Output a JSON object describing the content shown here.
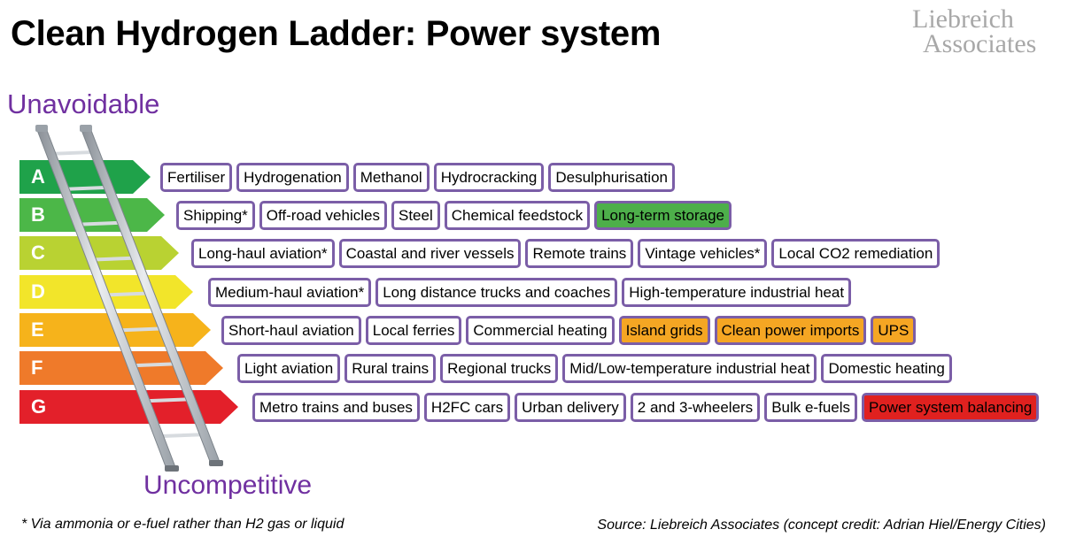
{
  "title": "Clean Hydrogen Ladder: Power system",
  "logo": {
    "line1": "Liebreich",
    "line2": "Associates"
  },
  "top_label": "Unavoidable",
  "bottom_label": "Uncompetitive",
  "footnote": "* Via ammonia or e-fuel rather than H2 gas or liquid",
  "source": "Source: Liebreich Associates (concept credit: Adrian Hiel/Energy Cities)",
  "colors": {
    "accent_purple": "#7030a0",
    "chip_border": "#7b5ea7",
    "highlight_green": "#4daf4a",
    "highlight_orange": "#f5a623",
    "highlight_red": "#e0211f"
  },
  "rungs": [
    {
      "letter": "A",
      "color": "#1fa24a",
      "items": [
        {
          "label": "Fertiliser"
        },
        {
          "label": "Hydrogenation"
        },
        {
          "label": "Methanol"
        },
        {
          "label": "Hydrocracking"
        },
        {
          "label": "Desulphurisation"
        }
      ]
    },
    {
      "letter": "B",
      "color": "#4cb748",
      "items": [
        {
          "label": "Shipping*"
        },
        {
          "label": "Off-road vehicles"
        },
        {
          "label": "Steel"
        },
        {
          "label": "Chemical feedstock"
        },
        {
          "label": "Long-term storage",
          "highlight": "green"
        }
      ]
    },
    {
      "letter": "C",
      "color": "#b9d232",
      "items": [
        {
          "label": "Long-haul aviation*"
        },
        {
          "label": "Coastal and river vessels"
        },
        {
          "label": "Remote trains"
        },
        {
          "label": "Vintage vehicles*"
        },
        {
          "label": "Local CO2 remediation"
        }
      ]
    },
    {
      "letter": "D",
      "color": "#f2e52a",
      "items": [
        {
          "label": "Medium-haul aviation*"
        },
        {
          "label": "Long distance trucks and coaches"
        },
        {
          "label": "High-temperature industrial heat"
        }
      ]
    },
    {
      "letter": "E",
      "color": "#f6b31b",
      "items": [
        {
          "label": "Short-haul aviation"
        },
        {
          "label": "Local ferries"
        },
        {
          "label": "Commercial heating"
        },
        {
          "label": "Island grids",
          "highlight": "orange"
        },
        {
          "label": "Clean power imports",
          "highlight": "orange"
        },
        {
          "label": "UPS",
          "highlight": "orange"
        }
      ]
    },
    {
      "letter": "F",
      "color": "#ef7a2a",
      "items": [
        {
          "label": "Light aviation"
        },
        {
          "label": "Rural trains"
        },
        {
          "label": "Regional trucks"
        },
        {
          "label": "Mid/Low-temperature industrial heat"
        },
        {
          "label": "Domestic heating"
        }
      ]
    },
    {
      "letter": "G",
      "color": "#e3202a",
      "items": [
        {
          "label": "Metro trains and buses"
        },
        {
          "label": "H2FC cars"
        },
        {
          "label": "Urban delivery"
        },
        {
          "label": "2 and 3-wheelers"
        },
        {
          "label": "Bulk e-fuels"
        },
        {
          "label": "Power system balancing",
          "highlight": "red"
        }
      ]
    }
  ]
}
